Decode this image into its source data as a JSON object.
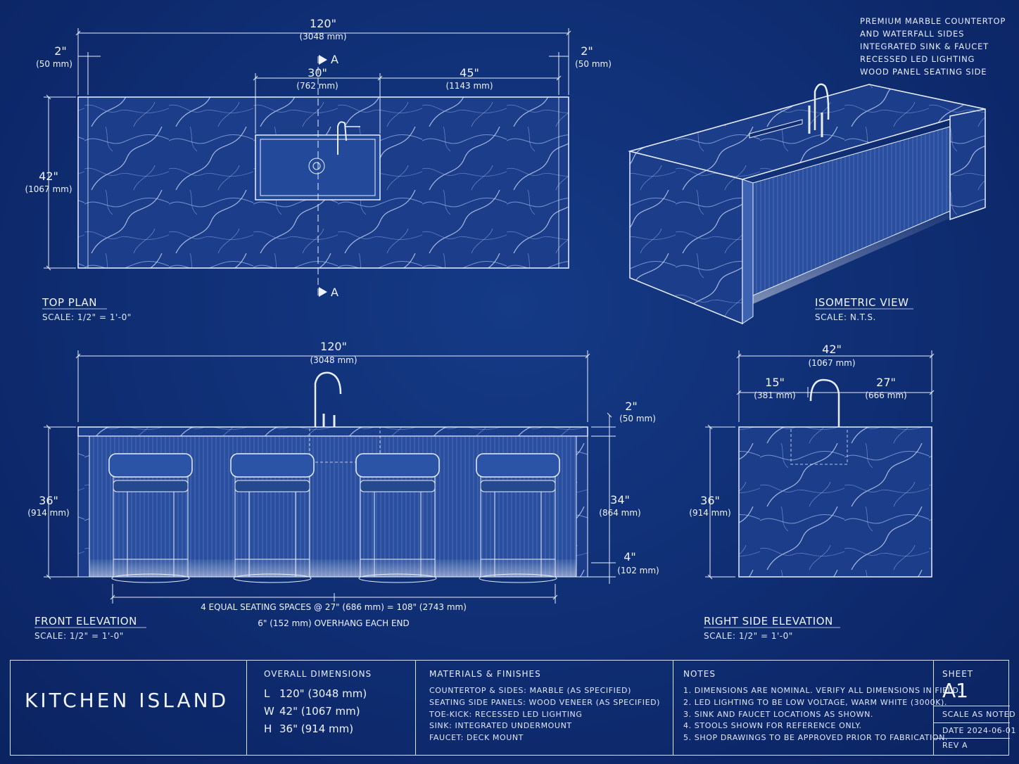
{
  "features": [
    "PREMIUM MARBLE COUNTERTOP",
    "AND WATERFALL SIDES",
    "INTEGRATED SINK & FAUCET",
    "RECESSED LED LIGHTING",
    "WOOD PANEL SEATING SIDE"
  ],
  "top_plan": {
    "label": "TOP PLAN",
    "scale": "SCALE: 1/2\" = 1'-0\"",
    "overall": "120\"",
    "overall_mm": "(3048 mm)",
    "left_gap": "2\"",
    "left_gap_mm": "(50 mm)",
    "right_gap": "2\"",
    "right_gap_mm": "(50 mm)",
    "sink_w": "30\"",
    "sink_w_mm": "(762 mm)",
    "right_w": "45\"",
    "right_w_mm": "(1143 mm)",
    "depth": "42\"",
    "depth_mm": "(1067 mm)",
    "section": "A"
  },
  "iso": {
    "label": "ISOMETRIC VIEW",
    "scale": "SCALE: N.T.S."
  },
  "front": {
    "label": "FRONT ELEVATION",
    "scale": "SCALE: 1/2\" = 1'-0\"",
    "overall": "120\"",
    "overall_mm": "(3048 mm)",
    "top": "2\"",
    "top_mm": "(50 mm)",
    "height": "36\"",
    "height_mm": "(914 mm)",
    "panel": "34\"",
    "panel_mm": "(864 mm)",
    "toe": "4\"",
    "toe_mm": "(102 mm)",
    "seating": "4 EQUAL SEATING SPACES @ 27\" (686 mm) = 108\" (2743 mm)",
    "overhang": "6\" (152 mm) OVERHANG EACH END"
  },
  "side": {
    "label": "RIGHT SIDE ELEVATION",
    "scale": "SCALE: 1/2\" = 1'-0\"",
    "overall": "42\"",
    "overall_mm": "(1067 mm)",
    "left": "15\"",
    "left_mm": "(381 mm)",
    "right": "27\"",
    "right_mm": "(666 mm)",
    "height": "36\"",
    "height_mm": "(914 mm)"
  },
  "title_block": {
    "title": "KITCHEN ISLAND",
    "dims_header": "OVERALL DIMENSIONS",
    "dims": [
      {
        "k": "L",
        "v": "120\"",
        "mm": "(3048 mm)"
      },
      {
        "k": "W",
        "v": "42\"",
        "mm": "(1067 mm)"
      },
      {
        "k": "H",
        "v": "36\"",
        "mm": "(914 mm)"
      }
    ],
    "materials_header": "MATERIALS & FINISHES",
    "materials": [
      "COUNTERTOP & SIDES: MARBLE (AS SPECIFIED)",
      "SEATING SIDE PANELS: WOOD VENEER (AS SPECIFIED)",
      "TOE-KICK: RECESSED LED LIGHTING",
      "SINK: INTEGRATED UNDERMOUNT",
      "FAUCET: DECK MOUNT"
    ],
    "notes_header": "NOTES",
    "notes": [
      "1. DIMENSIONS ARE NOMINAL. VERIFY ALL DIMENSIONS IN FIELD.",
      "2. LED LIGHTING TO BE LOW VOLTAGE, WARM WHITE (3000K).",
      "3. SINK AND FAUCET LOCATIONS AS SHOWN.",
      "4. STOOLS SHOWN FOR REFERENCE ONLY.",
      "5. SHOP DRAWINGS TO BE APPROVED PRIOR TO FABRICATION."
    ],
    "sheet_header": "SHEET",
    "sheet": "A1",
    "scale": "SCALE AS NOTED",
    "date": "DATE  2024-06-01",
    "rev": "REV   A"
  },
  "colors": {
    "background": "#0f2d72",
    "line": "#e8eefc",
    "marble": "#1d3f8c"
  }
}
